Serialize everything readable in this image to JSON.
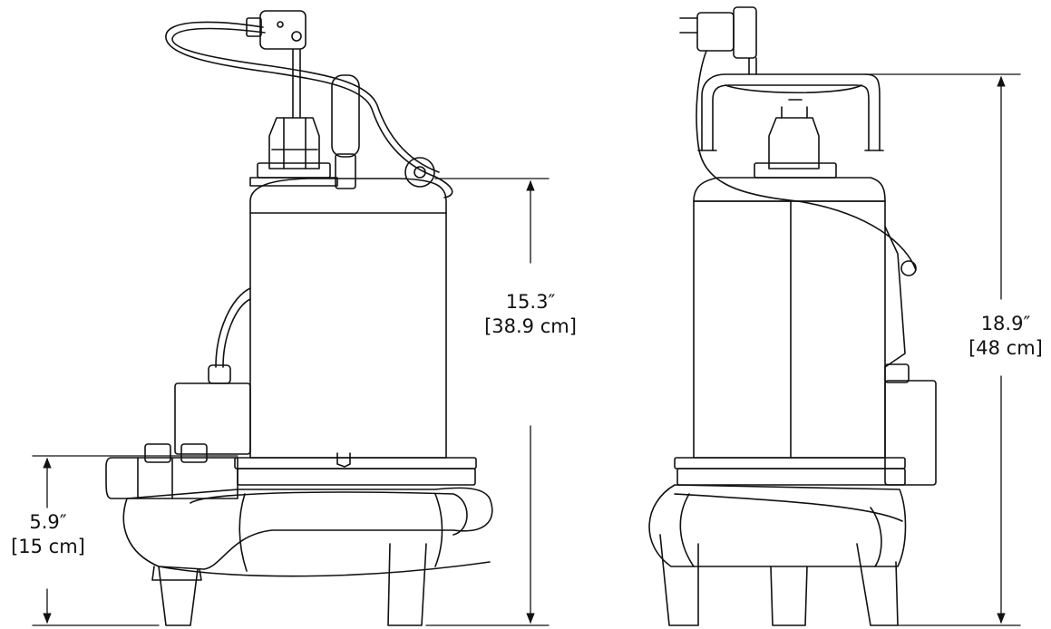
{
  "dimensions": {
    "inlet_height": {
      "inches": "5.9″",
      "cm": "[15 cm]"
    },
    "body_height": {
      "inches": "15.3″",
      "cm": "[38.9 cm]"
    },
    "overall_height": {
      "inches": "18.9″",
      "cm": "[48 cm]"
    }
  },
  "views": [
    "front-view",
    "side-view"
  ],
  "colors": {
    "line": "#111111",
    "background": "#ffffff"
  }
}
